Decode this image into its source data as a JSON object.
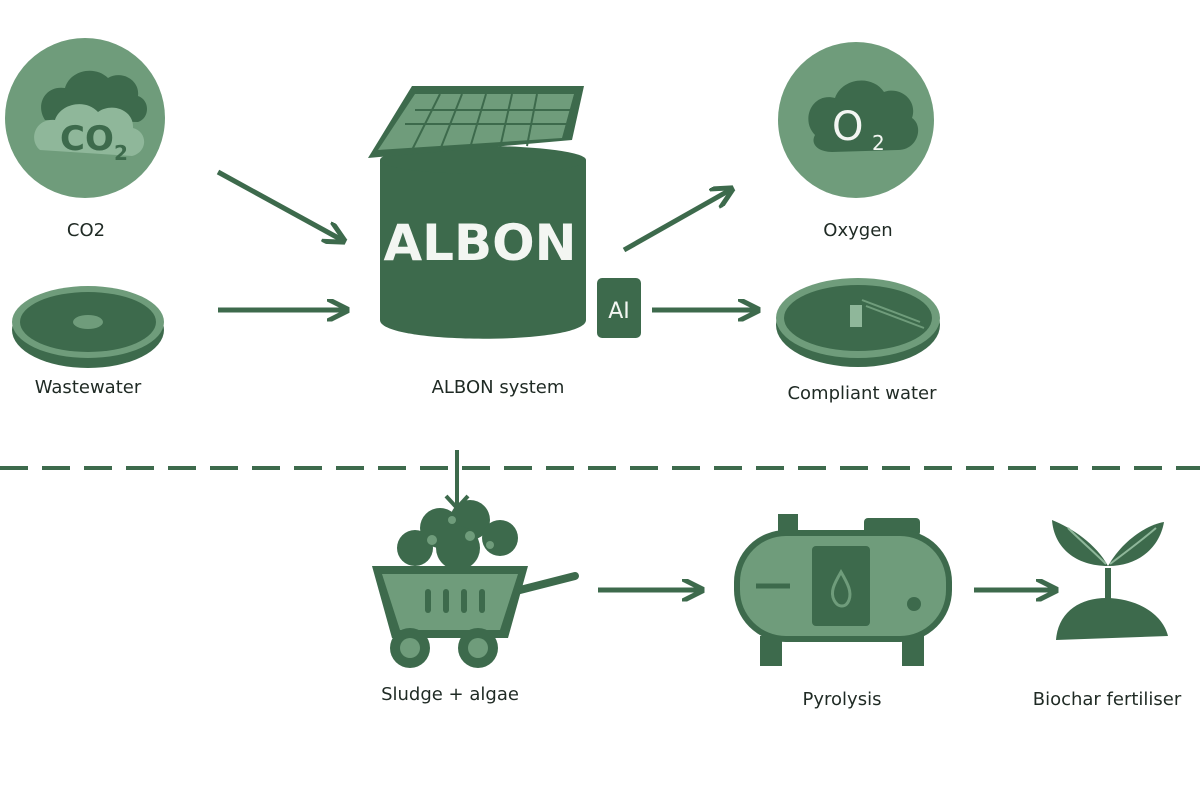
{
  "colors": {
    "dark": "#3d6a4c",
    "mid": "#6f9c7b",
    "light": "#8fb79a",
    "text": "#1f2a24"
  },
  "top": {
    "co2": {
      "icon_text": "CO2",
      "icon_sub": "2",
      "icon_main": "CO",
      "label": "CO2"
    },
    "wastewater": {
      "label": "Wastewater"
    },
    "albon": {
      "brand": "ALBON",
      "ai_badge": "AI",
      "label": "ALBON system"
    },
    "oxygen": {
      "icon_main": "O",
      "icon_sub": "2",
      "label": "Oxygen"
    },
    "water": {
      "label": "Compliant water"
    }
  },
  "bottom": {
    "sludge": {
      "label": "Sludge + algae"
    },
    "pyrolysis": {
      "label": "Pyrolysis"
    },
    "biochar": {
      "label": "Biochar fertiliser"
    }
  }
}
